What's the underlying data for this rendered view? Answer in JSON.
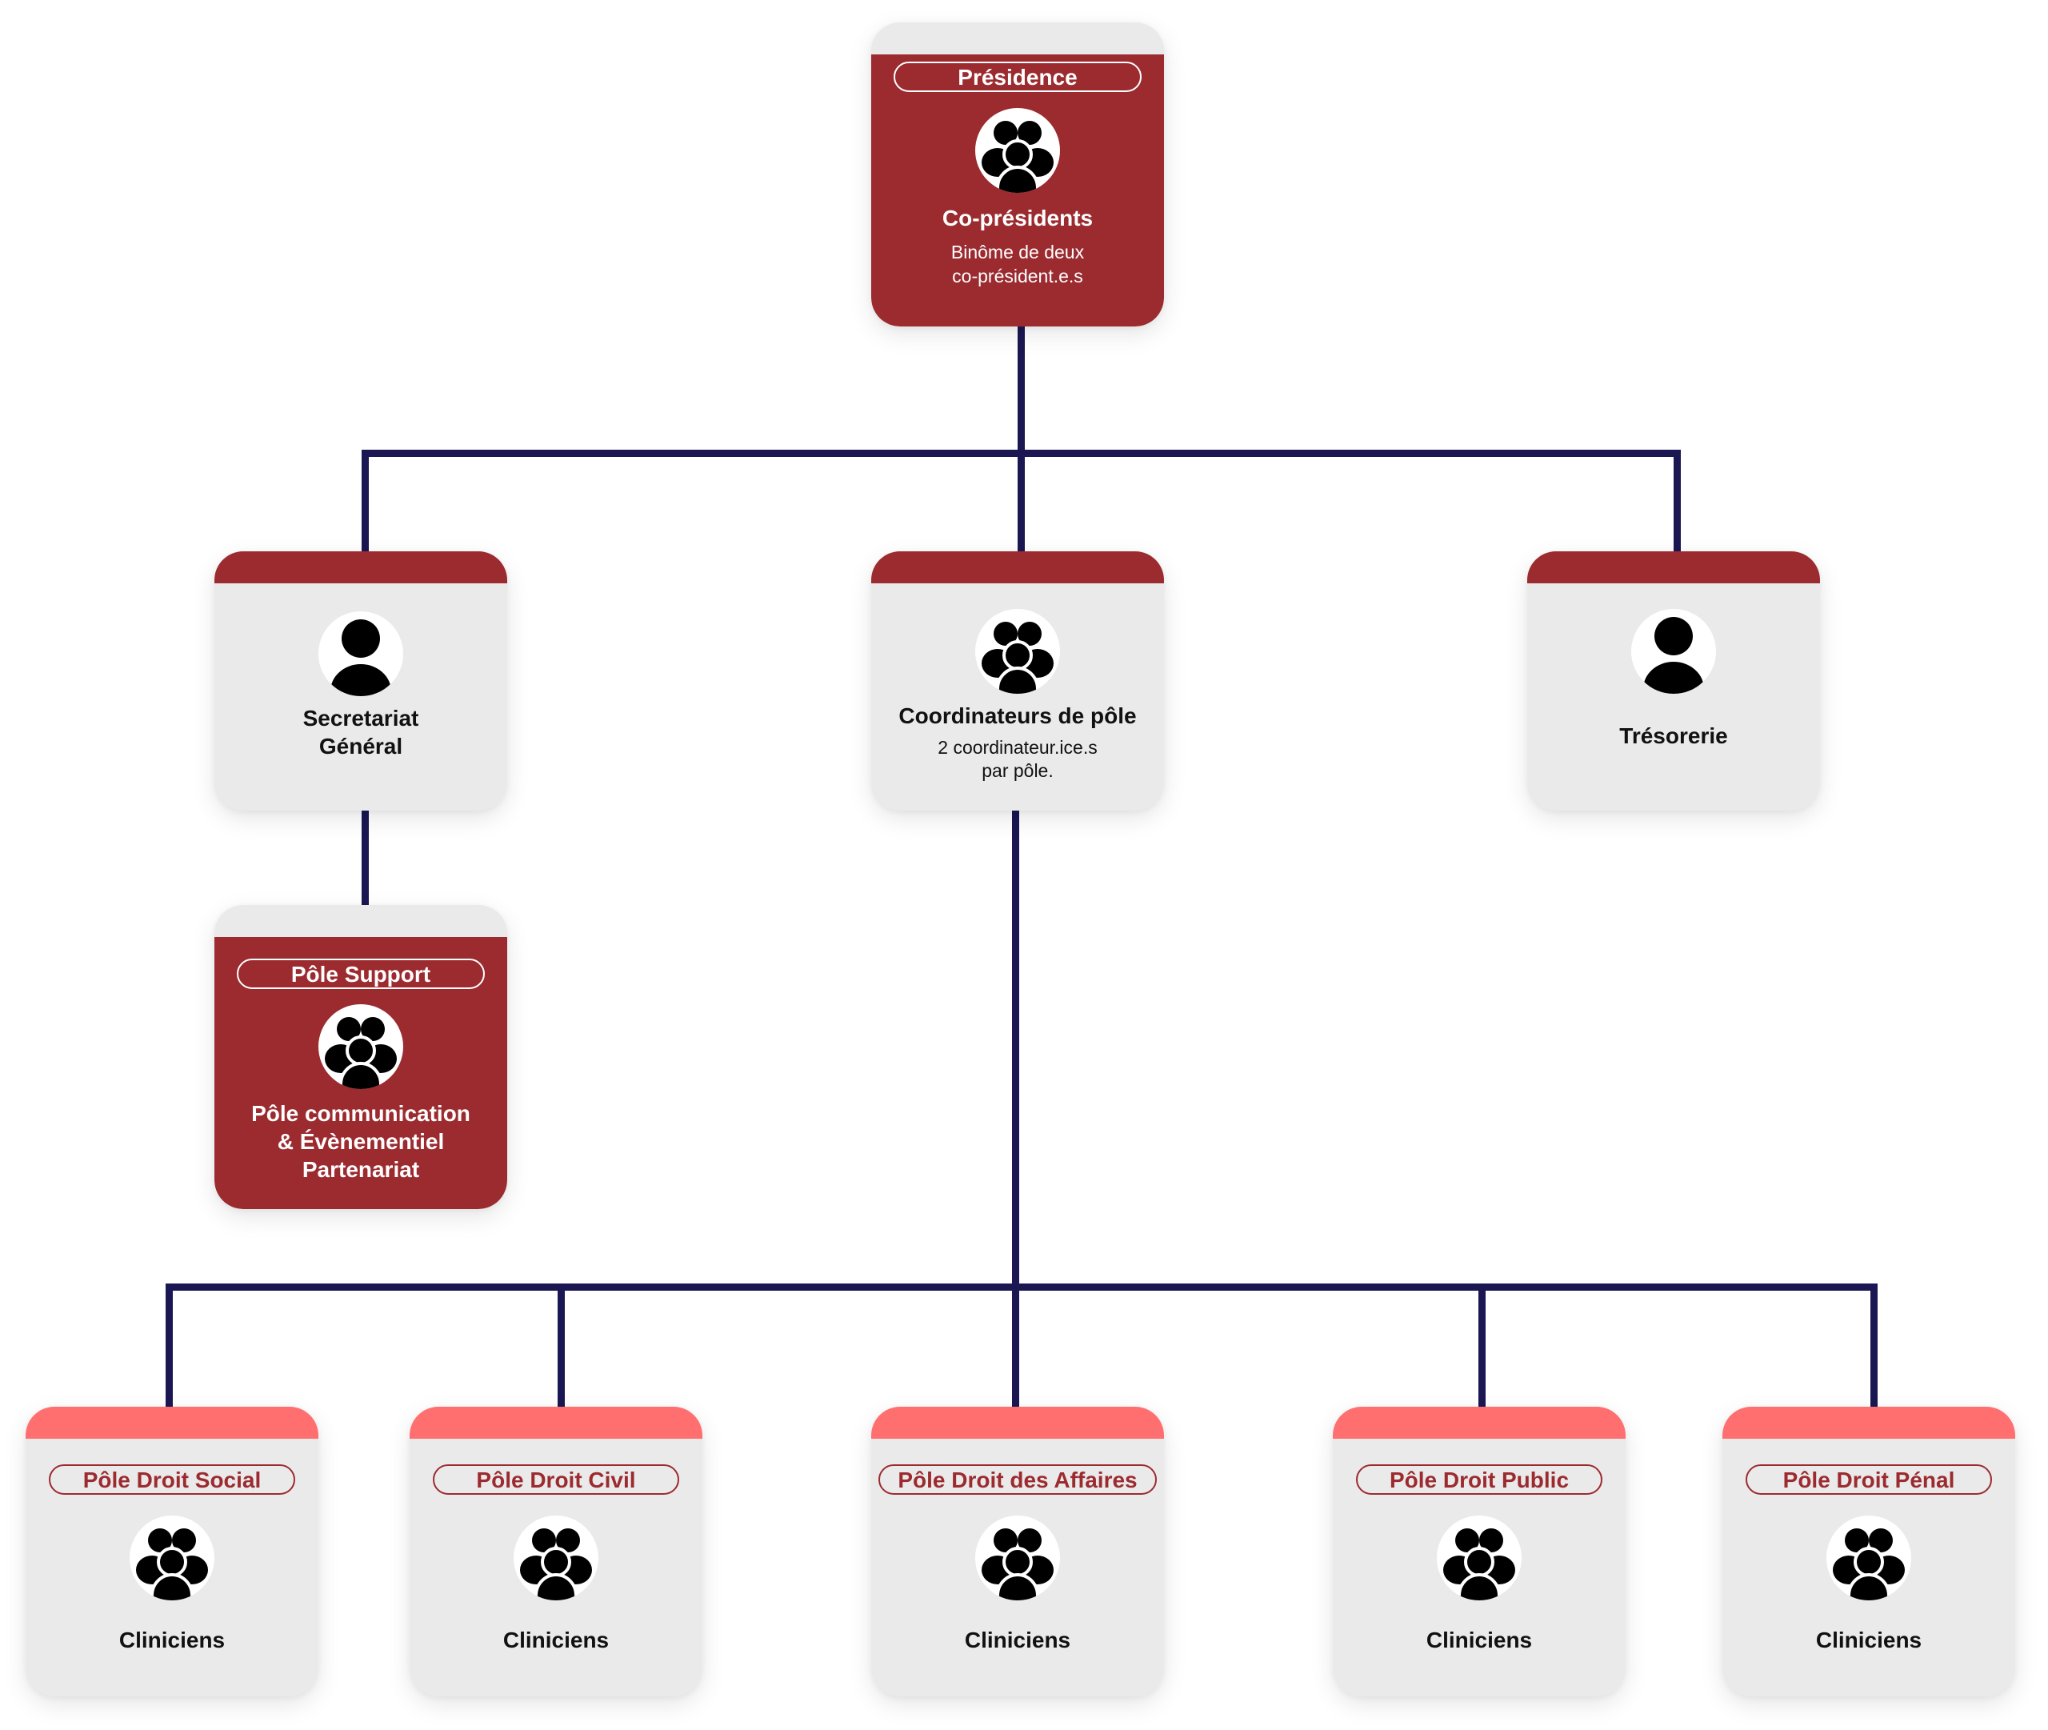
{
  "colors": {
    "dark_red": "#9c2b30",
    "coral": "#ff6f6f",
    "card_bg": "#eaeaea",
    "connector": "#1a1753"
  },
  "presidence": {
    "badge": "Présidence",
    "icon": "group-icon",
    "title": "Co-présidents",
    "description_line1": "Binôme de deux",
    "description_line2": "co-président.e.s"
  },
  "secretariat": {
    "icon": "person-icon",
    "title_line1": "Secretariat",
    "title_line2": "Général"
  },
  "coordinateurs": {
    "icon": "group-icon",
    "title": "Coordinateurs de pôle",
    "description_line1": "2 coordinateur.ice.s",
    "description_line2": "par pôle."
  },
  "tresorerie": {
    "icon": "person-icon",
    "title": "Trésorerie"
  },
  "pole_support": {
    "badge": "Pôle Support",
    "icon": "group-icon",
    "title_line1": "Pôle communication",
    "title_line2": "& Évènementiel",
    "title_line3": "Partenariat"
  },
  "poles": [
    {
      "badge": "Pôle Droit Social",
      "icon": "group-icon",
      "title": "Cliniciens"
    },
    {
      "badge": "Pôle Droit Civil",
      "icon": "group-icon",
      "title": "Cliniciens"
    },
    {
      "badge": "Pôle Droit des Affaires",
      "icon": "group-icon",
      "title": "Cliniciens"
    },
    {
      "badge": "Pôle Droit Public",
      "icon": "group-icon",
      "title": "Cliniciens"
    },
    {
      "badge": "Pôle Droit Pénal",
      "icon": "group-icon",
      "title": "Cliniciens"
    }
  ]
}
